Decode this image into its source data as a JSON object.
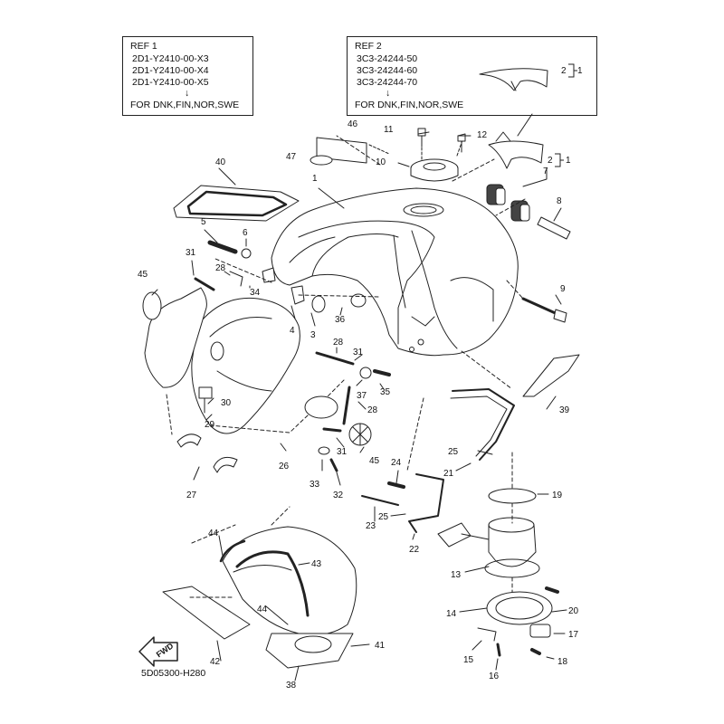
{
  "ref1": {
    "title": "REF 1",
    "codes": [
      "2D1-Y2410-00-X3",
      "2D1-Y2410-00-X4",
      "2D1-Y2410-00-X5"
    ],
    "arrow": "↓",
    "note": "FOR DNK,FIN,NOR,SWE"
  },
  "ref2": {
    "title": "REF 2",
    "codes": [
      "3C3-24244-50",
      "3C3-24244-60",
      "3C3-24244-70"
    ],
    "arrow": "↓",
    "note": "FOR DNK,FIN,NOR,SWE"
  },
  "fwd_label": "FWD",
  "diagram_code": "5D05300-H280",
  "bracket_a": {
    "top": "2",
    "side": "1"
  },
  "bracket_b": {
    "top": "2",
    "side": "1"
  },
  "callouts": {
    "c1": "1",
    "c3": "3",
    "c4": "4",
    "c5": "5",
    "c6": "6",
    "c7": "7",
    "c8": "8",
    "c9": "9",
    "c10": "10",
    "c11": "11",
    "c12": "12",
    "c13": "13",
    "c14": "14",
    "c15": "15",
    "c16": "16",
    "c17": "17",
    "c18": "18",
    "c19": "19",
    "c20": "20",
    "c21": "21",
    "c22": "22",
    "c23": "23",
    "c24": "24",
    "c25a": "25",
    "c25b": "25",
    "c26": "26",
    "c27": "27",
    "c28a": "28",
    "c28b": "28",
    "c28c": "28",
    "c29": "29",
    "c30": "30",
    "c31a": "31",
    "c31b": "31",
    "c31c": "31",
    "c32": "32",
    "c33": "33",
    "c34": "34",
    "c35": "35",
    "c36": "36",
    "c37": "37",
    "c38": "38",
    "c39": "39",
    "c40": "40",
    "c41": "41",
    "c42": "42",
    "c43": "43",
    "c44a": "44",
    "c44b": "44",
    "c45a": "45",
    "c45b": "45",
    "c46": "46",
    "c47": "47"
  }
}
